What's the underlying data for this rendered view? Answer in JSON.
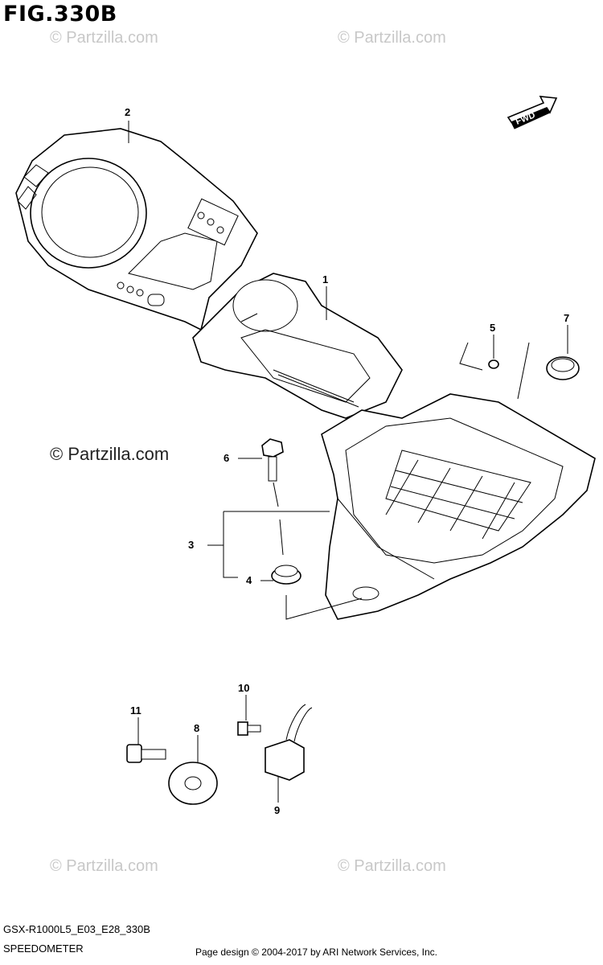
{
  "figure": {
    "title": "FIG.330B",
    "model_code": "GSX-R1000L5_E03_E28_330B",
    "section_name": "SPEEDOMETER",
    "credit": "Page design © 2004-2017 by ARI Network Services, Inc.",
    "fwd_label": "FWD"
  },
  "watermarks": {
    "light": "© Partzilla.com",
    "dark": "© Partzilla.com"
  },
  "callouts": {
    "c1": "1",
    "c2": "2",
    "c3": "3",
    "c4": "4",
    "c5": "5",
    "c6": "6",
    "c7": "7",
    "c8": "8",
    "c9": "9",
    "c10": "10",
    "c11": "11"
  },
  "colors": {
    "line": "#000000",
    "watermark": "#c8c8c8"
  }
}
